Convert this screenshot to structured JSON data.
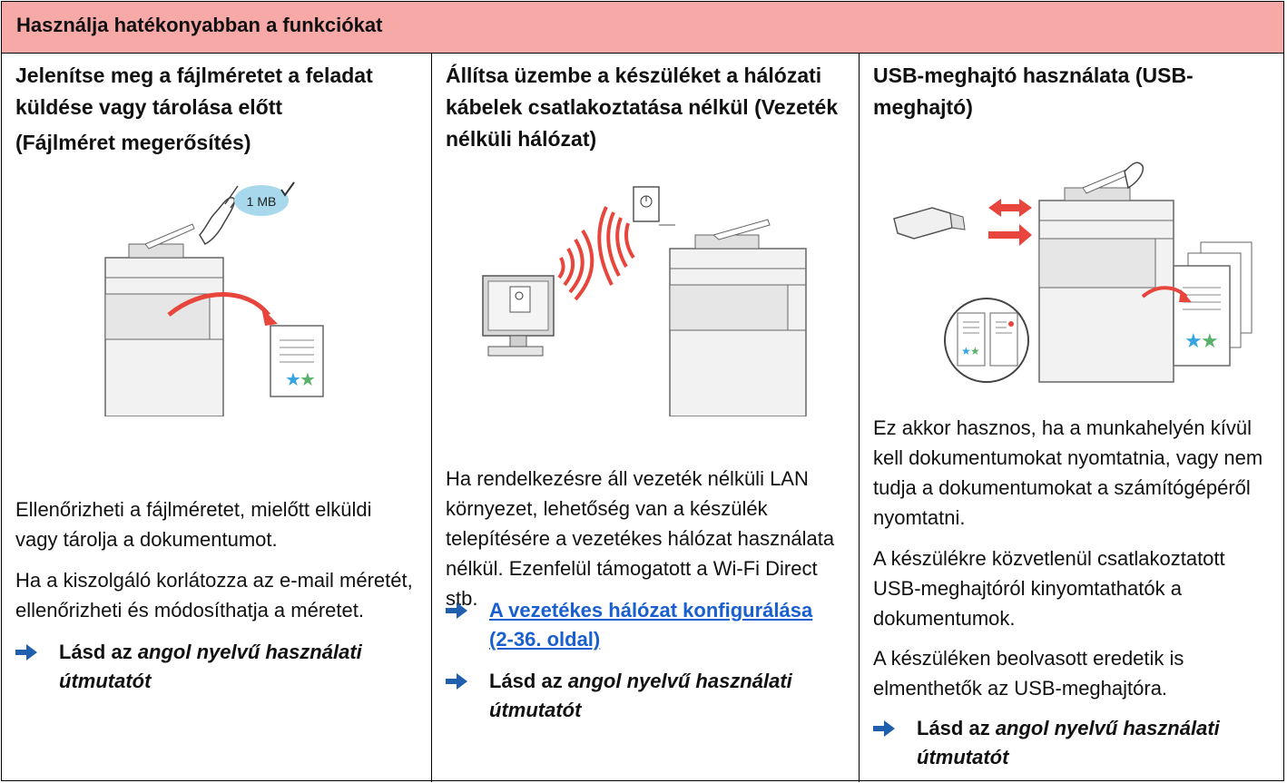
{
  "header": {
    "title": "Használja hatékonyabban a funkciókat"
  },
  "columns": [
    {
      "title": "Jelenítse meg a fájlméretet a feladat küldése vagy tárolása előtt",
      "subtitle": "(Fájlméret megerősítés)",
      "illustration_label": "1 MB",
      "paragraphs": [
        "Ellenőrizheti a fájlméretet, mielőtt elküldi vagy tárolja a dokumentumot.",
        "Ha a kiszolgáló korlátozza az e-mail méretét, ellenőrizheti és módosíthatja a méretet."
      ],
      "refs": [
        {
          "prefix": "Lásd az ",
          "italic": "angol nyelvű használati útmutatót"
        }
      ]
    },
    {
      "title": "Állítsa üzembe a készüléket a hálózati kábelek csatlakoztatása nélkül (Vezeték nélküli hálózat)",
      "paragraphs": [
        "Ha rendelkezésre áll vezeték nélküli LAN környezet, lehetőség van a készülék telepítésére a vezetékes hálózat használata nélkül. Ezenfelül támogatott a Wi-Fi Direct stb."
      ],
      "refs": [
        {
          "link": "A vezetékes hálózat konfigurálása (2-36. oldal)"
        },
        {
          "prefix": "Lásd az ",
          "italic": "angol nyelvű használati útmutatót"
        }
      ]
    },
    {
      "title": "USB-meghajtó használata (USB-meghajtó)",
      "paragraphs": [
        "Ez akkor hasznos, ha a munkahelyén kívül kell dokumentumokat nyomtatnia, vagy nem tudja a dokumentumokat a számítógépéről nyomtatni.",
        "A készülékre közvetlenül csatlakoztatott USB-meghajtóról kinyomtathatók a dokumentumok.",
        "A készüléken beolvasott eredetik is elmenthetők az USB-meghajtóra."
      ],
      "refs": [
        {
          "prefix": "Lásd az ",
          "italic": "angol nyelvű használati útmutatót"
        }
      ]
    }
  ],
  "colors": {
    "header_bg": "#f7a9a8",
    "link": "#1a5fcf",
    "arrow": "#1f5fae",
    "accent_red": "#e8453c",
    "bubble": "#a8d8ec"
  },
  "icons": [
    "arrow-right-icon",
    "printer-icon",
    "wifi-waves-icon",
    "usb-drive-icon",
    "document-icon",
    "computer-icon",
    "hand-icon",
    "check-icon"
  ]
}
